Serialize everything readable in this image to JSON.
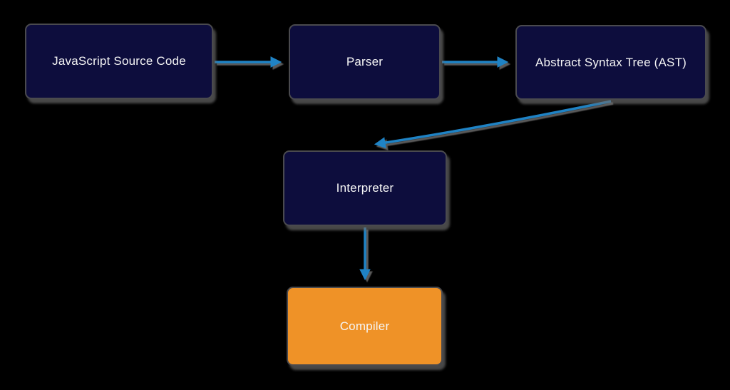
{
  "diagram": {
    "type": "flowchart",
    "background": "#000000",
    "colors": {
      "node_fill_navy": "#0d0d3d",
      "node_fill_orange": "#ef9227",
      "node_border": "#4a4a4e",
      "shadow": "#6a6a6a",
      "arrow": "#1f83c5",
      "text": "#f5f5f5"
    },
    "nodes": [
      {
        "id": "js-source",
        "label": "JavaScript Source Code",
        "fill": "#0d0d3d"
      },
      {
        "id": "parser",
        "label": "Parser",
        "fill": "#0d0d3d"
      },
      {
        "id": "ast",
        "label": "Abstract Syntax Tree (AST)",
        "fill": "#0d0d3d"
      },
      {
        "id": "interpreter",
        "label": "Interpreter",
        "fill": "#0d0d3d"
      },
      {
        "id": "compiler",
        "label": "Compiler",
        "fill": "#ef9227"
      }
    ],
    "edges": [
      {
        "from": "js-source",
        "to": "parser",
        "style": "straight"
      },
      {
        "from": "parser",
        "to": "ast",
        "style": "straight"
      },
      {
        "from": "ast",
        "to": "interpreter",
        "style": "curved"
      },
      {
        "from": "interpreter",
        "to": "compiler",
        "style": "straight"
      }
    ]
  }
}
